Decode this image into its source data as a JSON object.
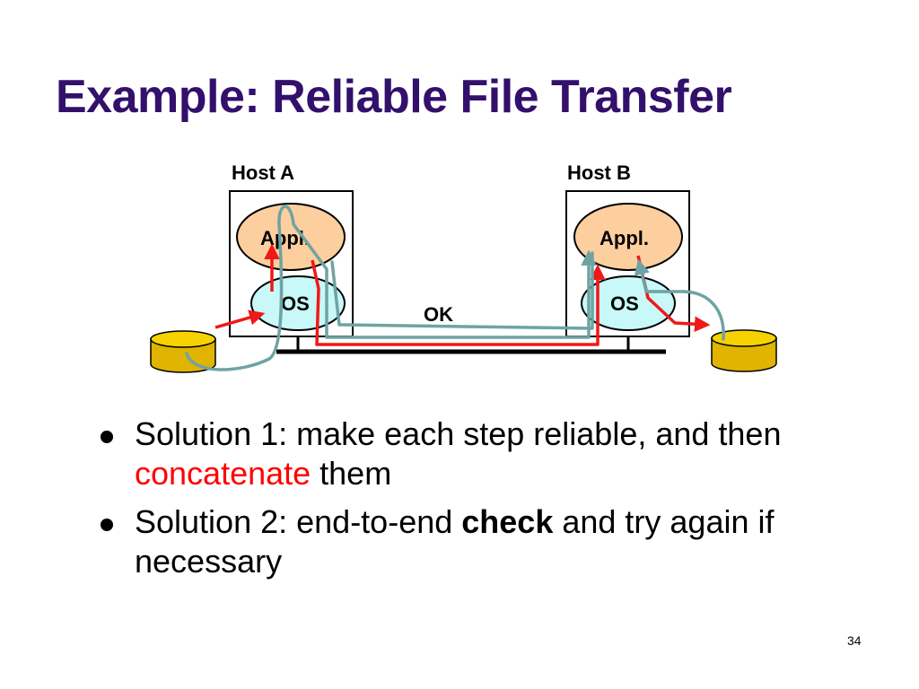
{
  "slide": {
    "title": "Example: Reliable File Transfer",
    "page_number": "34"
  },
  "diagram": {
    "host_a_label": "Host A",
    "host_b_label": "Host B",
    "appl_label": "Appl.",
    "os_label": "OS",
    "ok_label": "OK",
    "colors": {
      "appl_fill": "#fdcf9f",
      "os_fill": "#c8f8f8",
      "disk_fill": "#f0c800",
      "red_arrow": "#f01818",
      "teal_arrow": "#6fa3a3"
    }
  },
  "bullets": [
    {
      "part1": "Solution 1: make each step reliable, and then ",
      "highlight": "concatenate",
      "part2": " them"
    },
    {
      "part1": "Solution 2: end-to-end ",
      "bold": "check",
      "part2": " and try again if necessary"
    }
  ]
}
